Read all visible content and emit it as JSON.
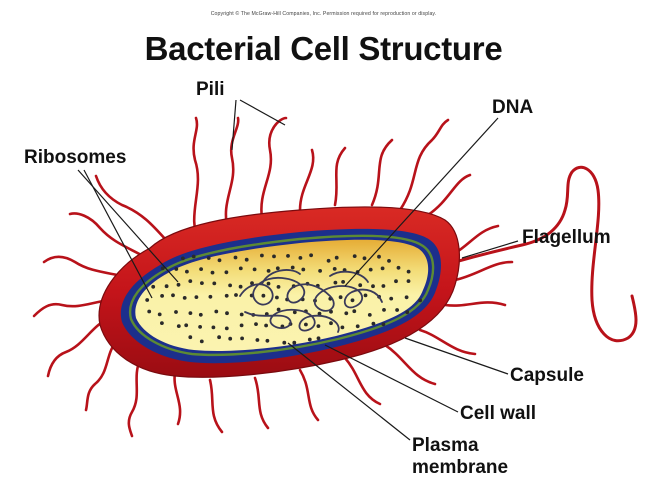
{
  "copyright": "Copyright © The McGraw-Hill Companies, Inc. Permission required for reproduction or display.",
  "title": "Bacterial Cell Structure",
  "labels": {
    "pili": "Pili",
    "dna": "DNA",
    "ribosomes": "Ribosomes",
    "flagellum": "Flagellum",
    "capsule": "Capsule",
    "cell_wall": "Cell wall",
    "plasma_membrane_1": "Plasma",
    "plasma_membrane_2": "membrane"
  },
  "colors": {
    "capsule": "#c8151b",
    "capsule_dark": "#8e0b10",
    "cell_wall": "#1c2f8c",
    "membrane": "#6a8a3a",
    "cytoplasm": "#f6ec9a",
    "cytoplasm_top": "#e8b43a",
    "ribosome": "#2a2a2a",
    "dna": "#3a3a5a"
  }
}
